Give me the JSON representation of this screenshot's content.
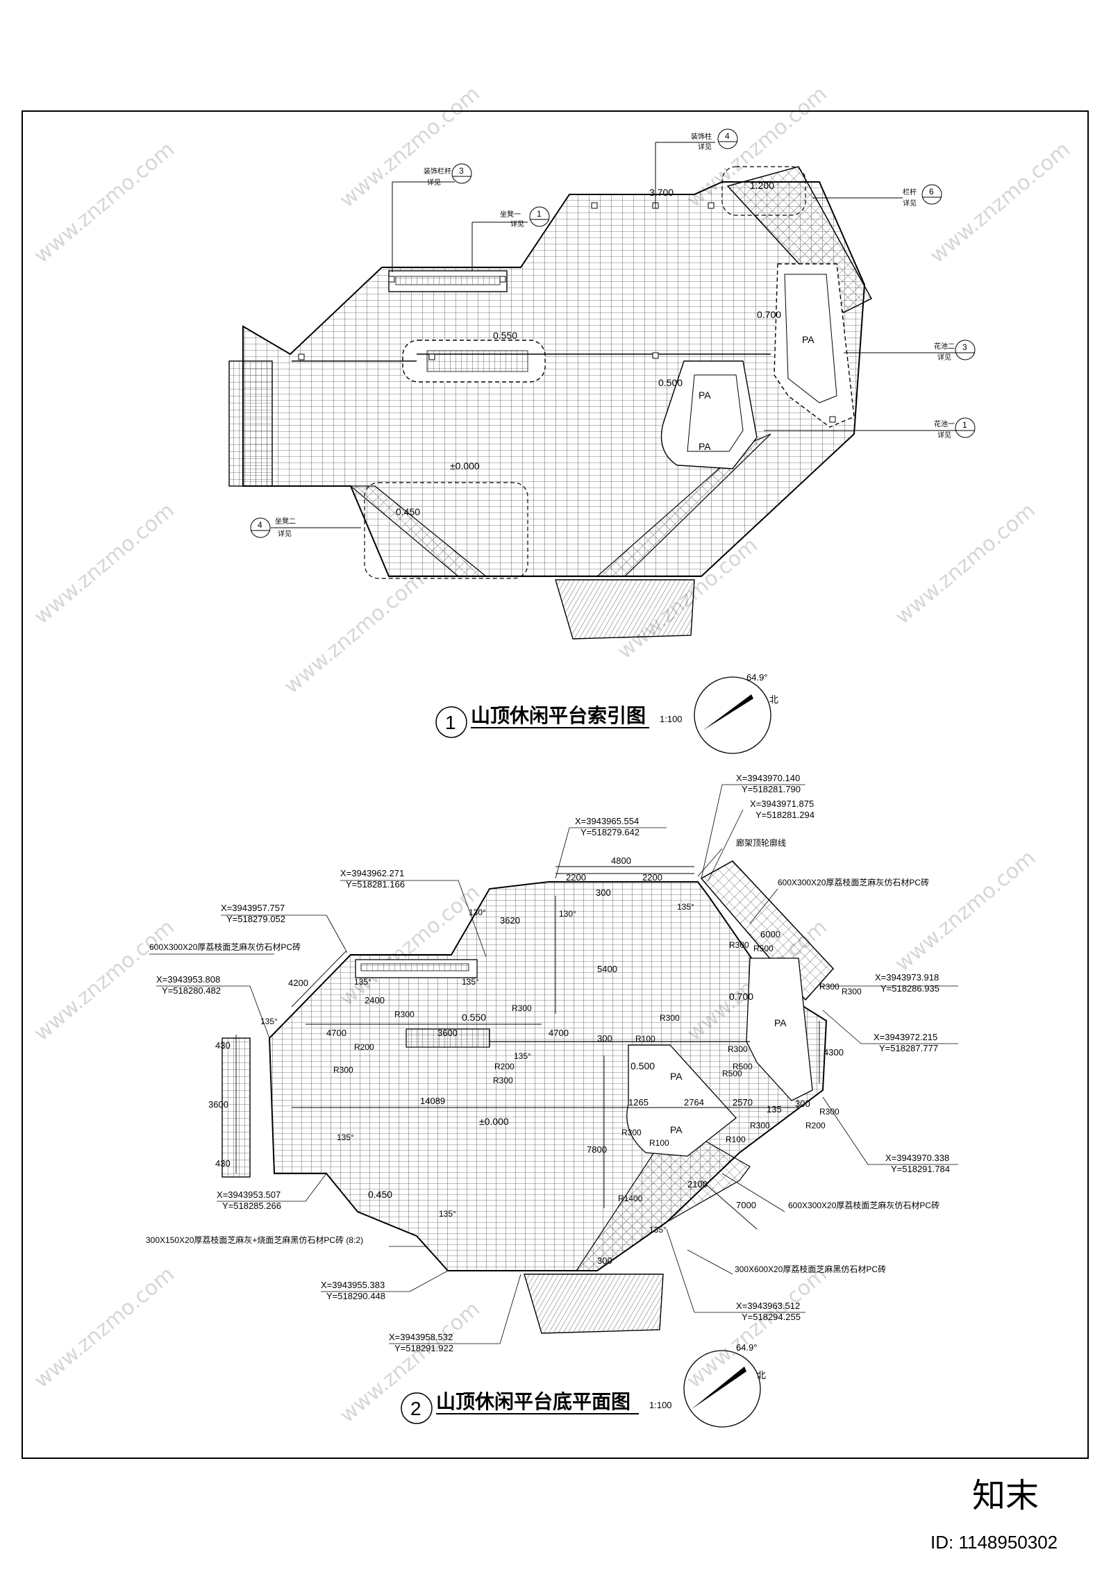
{
  "plan1": {
    "title_no": "1",
    "title": "山顶休闲平台索引图",
    "scale": "1:100",
    "compass_angle": "64.9°",
    "north": "北",
    "callouts": [
      {
        "label": "装饰栏杆",
        "sub": "详见",
        "no": "3"
      },
      {
        "label": "装饰柱",
        "sub": "详见",
        "no": "4"
      },
      {
        "label": "坐凳一",
        "sub": "详见",
        "no": "1"
      },
      {
        "label": "栏杆",
        "sub": "详见",
        "no": "6"
      },
      {
        "label": "花池二",
        "sub": "详见",
        "no": "3"
      },
      {
        "label": "花池一",
        "sub": "详见",
        "no": "1"
      },
      {
        "label": "坐凳二",
        "sub": "详见",
        "no": "4"
      }
    ],
    "elevations": [
      "3.700",
      "1.200",
      "0.550",
      "0.700",
      "0.500",
      "±0.000",
      "0.450"
    ],
    "pa": "PA"
  },
  "plan2": {
    "title_no": "2",
    "title": "山顶休闲平台底平面图",
    "scale": "1:100",
    "compass_angle": "64.9°",
    "north": "北",
    "coords": [
      {
        "x": "X=3943970.140",
        "y": "Y=518281.790"
      },
      {
        "x": "X=3943971.875",
        "y": "Y=518281.294"
      },
      {
        "x": "X=3943965.554",
        "y": "Y=518279.642"
      },
      {
        "x": "X=3943962.271",
        "y": "Y=518281.166"
      },
      {
        "x": "X=3943957.757",
        "y": "Y=518279.052"
      },
      {
        "x": "X=3943953.808",
        "y": "Y=518280.482"
      },
      {
        "x": "X=3943973.918",
        "y": "Y=518286.935"
      },
      {
        "x": "X=3943972.215",
        "y": "Y=518287.777"
      },
      {
        "x": "X=3943970.338",
        "y": "Y=518291.784"
      },
      {
        "x": "X=3943953.507",
        "y": "Y=518285.266"
      },
      {
        "x": "X=3943955.383",
        "y": "Y=518290.448"
      },
      {
        "x": "X=3943963.512",
        "y": "Y=518294.255"
      },
      {
        "x": "X=3943958.532",
        "y": "Y=518291.922"
      }
    ],
    "notes": {
      "pergola": "廊架顶轮廓线",
      "paving_a": "600X300X20厚荔枝面芝麻灰仿石材PC砖",
      "paving_b": "600X300X20厚荔枝面芝麻灰仿石材PC砖",
      "paving_c": "600X300X20厚荔枝面芝麻灰仿石材PC砖",
      "paving_d": "300X150X20厚荔枝面芝麻灰+烧面芝麻黑仿石材PC砖 (8:2)",
      "paving_e": "300X600X20厚荔枝面芝麻黑仿石材PC砖"
    },
    "dims": [
      "4800",
      "2200",
      "2200",
      "300",
      "3620",
      "5400",
      "6000",
      "4200",
      "2400",
      "4700",
      "3600",
      "4700",
      "430",
      "3600",
      "430",
      "14089",
      "7800",
      "1265",
      "2764",
      "2570",
      "135",
      "300",
      "4300",
      "2100",
      "7000",
      "300",
      "300"
    ],
    "radii": [
      "R300",
      "R300",
      "R500",
      "R300",
      "R300",
      "R300",
      "R300",
      "R200",
      "R300",
      "R100",
      "R300",
      "R500",
      "R500",
      "R300",
      "R100",
      "R300",
      "R100",
      "R200",
      "R300",
      "R1400",
      "R200",
      "R300"
    ],
    "angles": [
      "130°",
      "130°",
      "135°",
      "135°",
      "135°",
      "135°",
      "135°",
      "135°",
      "135°",
      "135°"
    ],
    "elevations": [
      "0.550",
      "0.700",
      "0.500",
      "±0.000",
      "0.450"
    ],
    "pa": "PA"
  },
  "watermark": "www.znzmo.com",
  "brand": "知末",
  "id_label": "ID: 1148950302"
}
